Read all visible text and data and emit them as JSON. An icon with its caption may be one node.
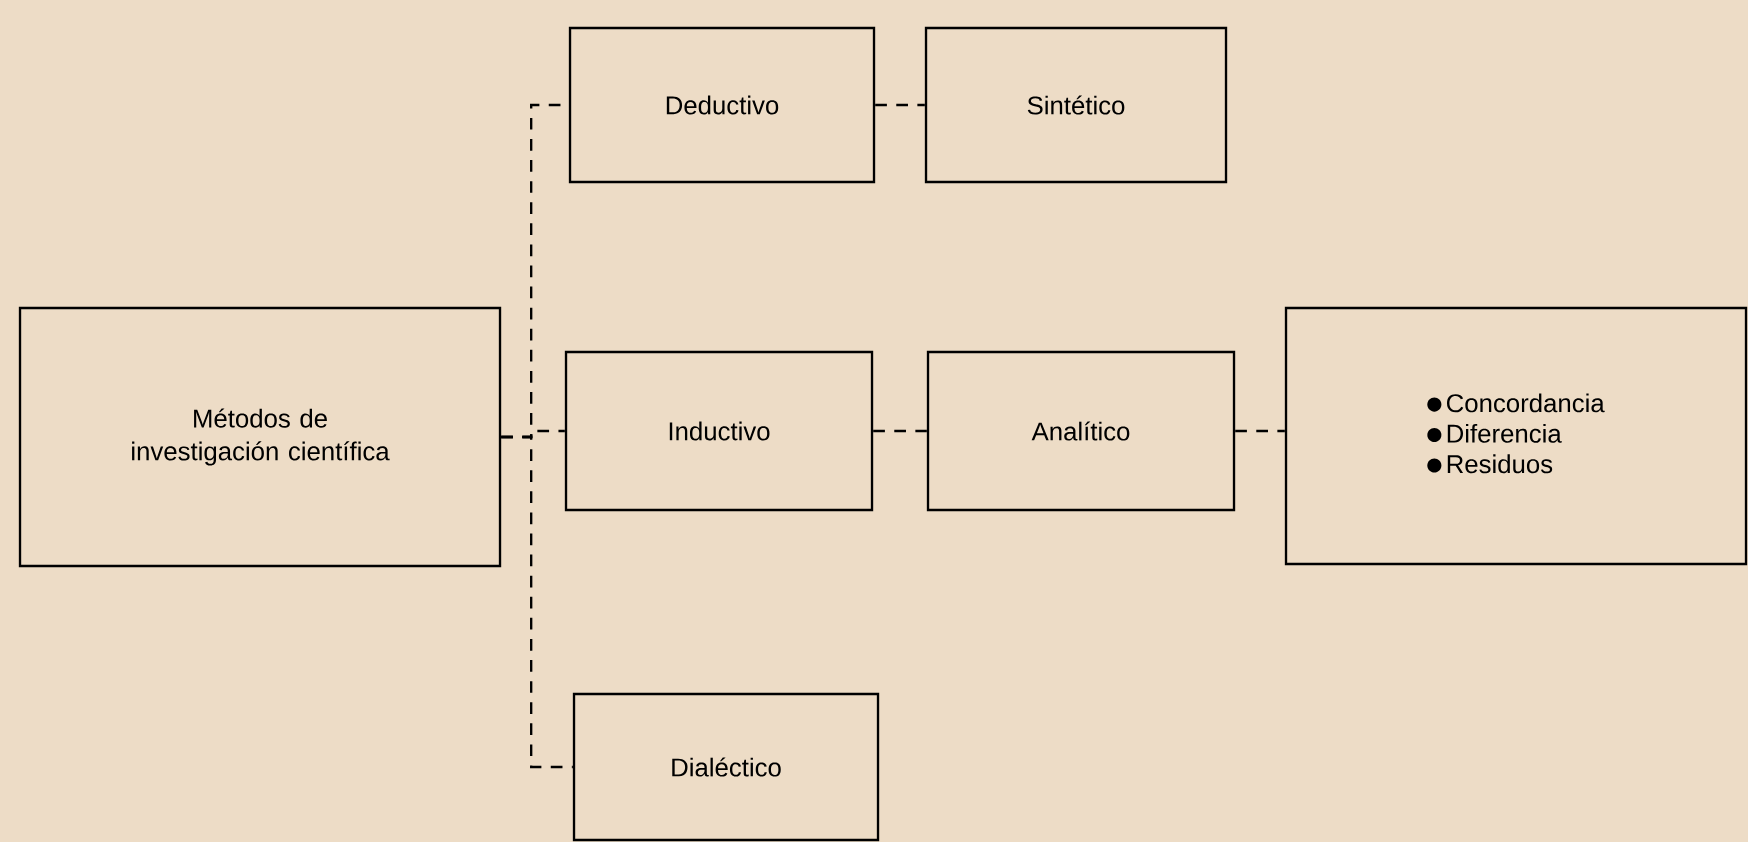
{
  "diagram": {
    "nodes": [
      {
        "text": [
          "Métodos de investigación científica"
        ]
      },
      {
        "text": [
          "Deductivo"
        ]
      },
      {
        "text": [
          "Sintético"
        ]
      },
      {
        "text": [
          "Inductivo"
        ]
      },
      {
        "text": [
          "Analítico"
        ]
      },
      {
        "text": [
          "Concordancia",
          "Diferencia",
          "Residuos"
        ]
      },
      {
        "text": [
          "Dialéctico"
        ]
      }
    ],
    "edges": [
      {
        "from": 0,
        "to": 1,
        "arrow": "none",
        "style": "dashed"
      },
      {
        "from": 0,
        "to": 3,
        "arrow": "none",
        "style": "dashed"
      },
      {
        "from": 0,
        "to": 6,
        "arrow": "none",
        "style": "dashed"
      },
      {
        "from": 1,
        "to": 2,
        "arrow": "none",
        "style": "dashed"
      },
      {
        "from": 3,
        "to": 4,
        "arrow": "none",
        "style": "dashed"
      },
      {
        "from": 4,
        "to": 5,
        "arrow": "none",
        "style": "dashed"
      }
    ]
  }
}
